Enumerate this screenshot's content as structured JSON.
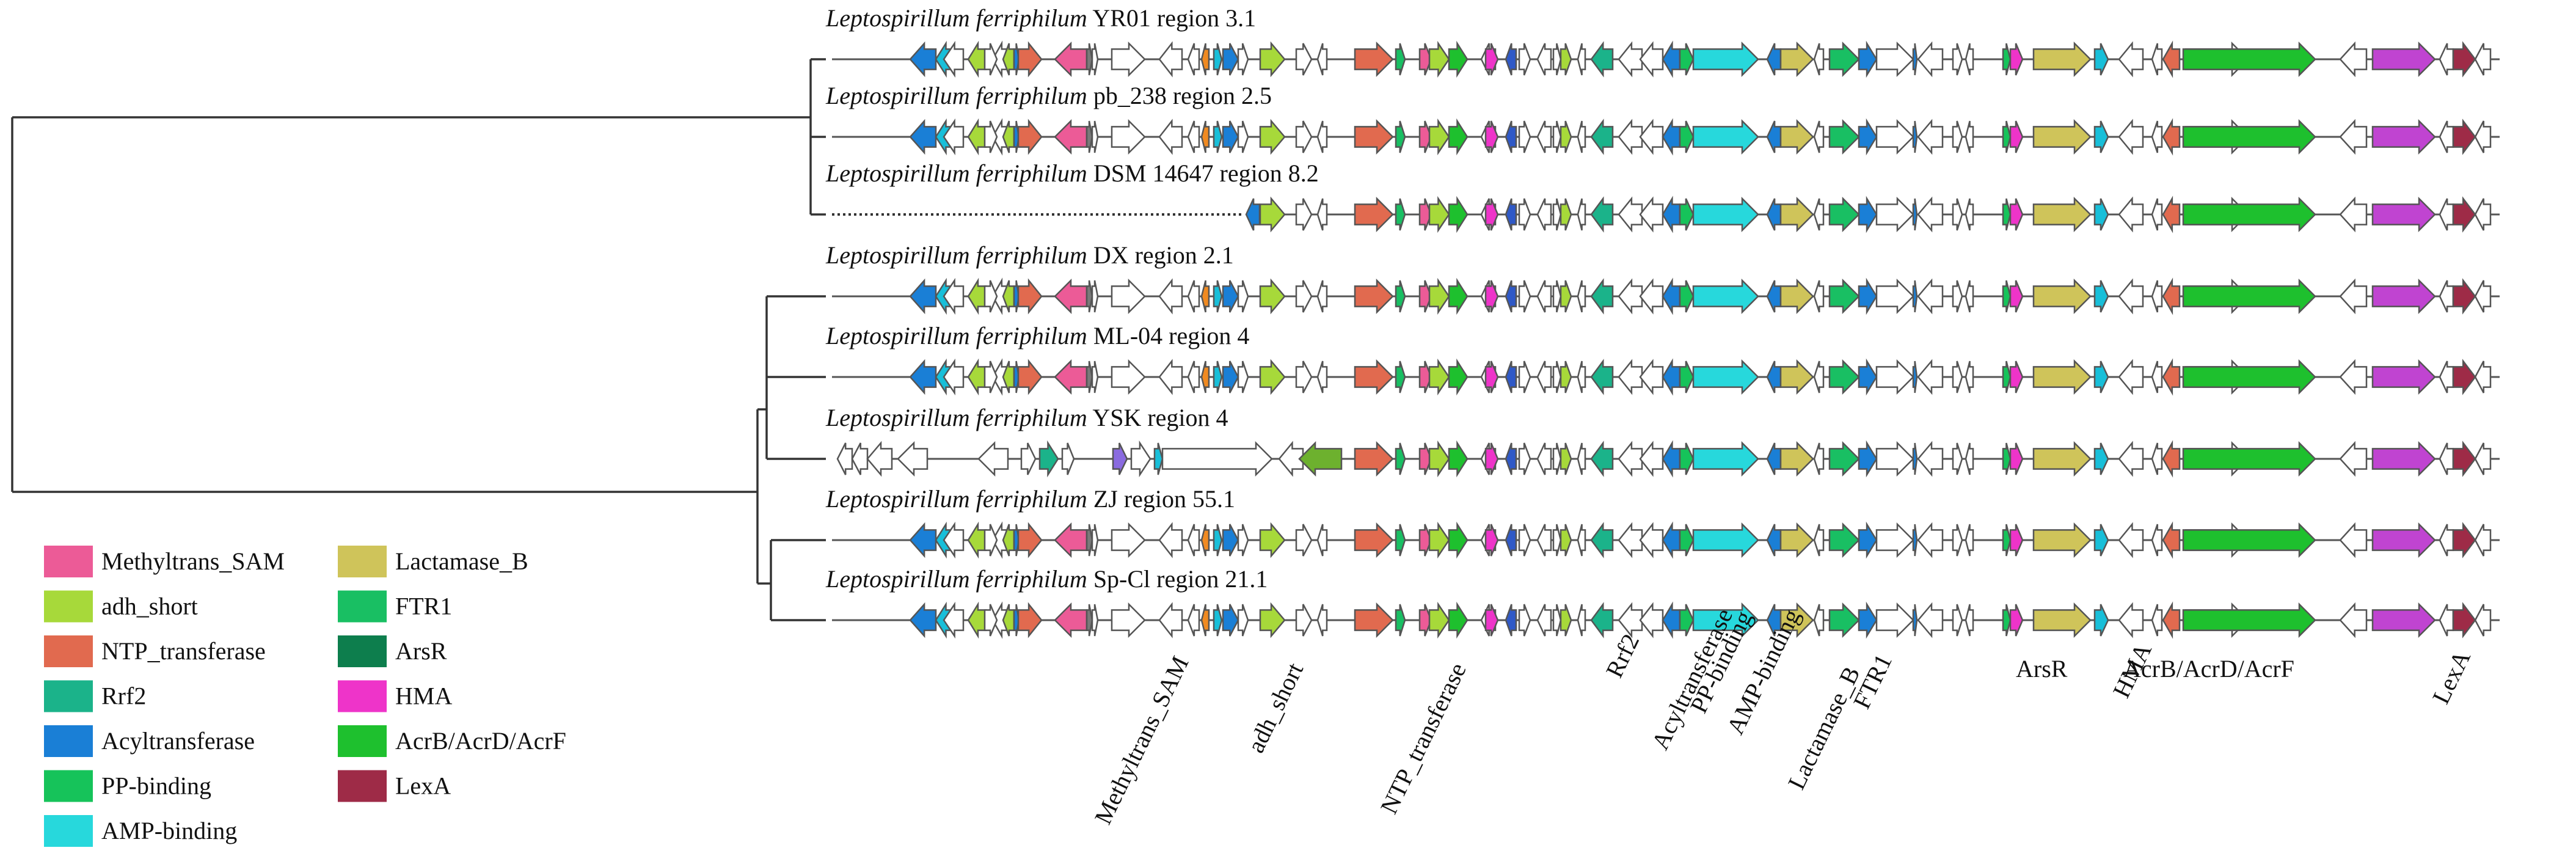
{
  "tracks": [
    {
      "species": "Leptospirillum ferriphilum",
      "suffix": "YR01 region 3.1"
    },
    {
      "species": "Leptospirillum ferriphilum",
      "suffix": "pb_238 region 2.5"
    },
    {
      "species": "Leptospirillum ferriphilum",
      "suffix": "DSM 14647 region 8.2"
    },
    {
      "species": "Leptospirillum ferriphilum",
      "suffix": "DX region 2.1"
    },
    {
      "species": "Leptospirillum ferriphilum",
      "suffix": "ML-04 region 4"
    },
    {
      "species": "Leptospirillum ferriphilum",
      "suffix": "YSK region 4"
    },
    {
      "species": "Leptospirillum ferriphilum",
      "suffix": "ZJ region 55.1"
    },
    {
      "species": "Leptospirillum ferriphilum",
      "suffix": "Sp-Cl region 21.1"
    }
  ],
  "legend": [
    {
      "label": "Methyltrans_SAM",
      "color": "#EC5B97"
    },
    {
      "label": "adh_short",
      "color": "#A7D93A"
    },
    {
      "label": "NTP_transferase",
      "color": "#E16A4F"
    },
    {
      "label": "Rrf2",
      "color": "#1BB38A"
    },
    {
      "label": "Acyltransferase",
      "color": "#1A7FD6"
    },
    {
      "label": "PP-binding",
      "color": "#16C35A"
    },
    {
      "label": "AMP-binding",
      "color": "#27D8DC"
    },
    {
      "label": "Lactamase_B",
      "color": "#CFC45A"
    },
    {
      "label": "FTR1",
      "color": "#19BF63"
    },
    {
      "label": "ArsR",
      "color": "#0D7E4D"
    },
    {
      "label": "HMA",
      "color": "#EE34C9"
    },
    {
      "label": "AcrB/AcrD/AcrF",
      "color": "#1EC02E"
    },
    {
      "label": "LexA",
      "color": "#9E2B47"
    }
  ],
  "gene_labels": [
    "Methyltrans_SAM",
    "adh_short",
    "NTP_transferase",
    "Rrf2",
    "Acyltransferase",
    "PP-binding",
    "AMP-binding",
    "Lactamase_B",
    "FTR1",
    "ArsR",
    "HMA",
    "AcrB/AcrD/AcrF",
    "LexA"
  ],
  "other_colors": {
    "outline": "#555555",
    "backbone": "#555555",
    "white_gene": "#ffffff",
    "cyan_small": "#18BFD9",
    "blue_dark": "#2F59C7",
    "grey_dark": "#7A7A7A",
    "orange": "#F08A21",
    "purple": "#8A6BE0",
    "magenta": "#C044D1",
    "olive_green": "#6DB12E"
  }
}
